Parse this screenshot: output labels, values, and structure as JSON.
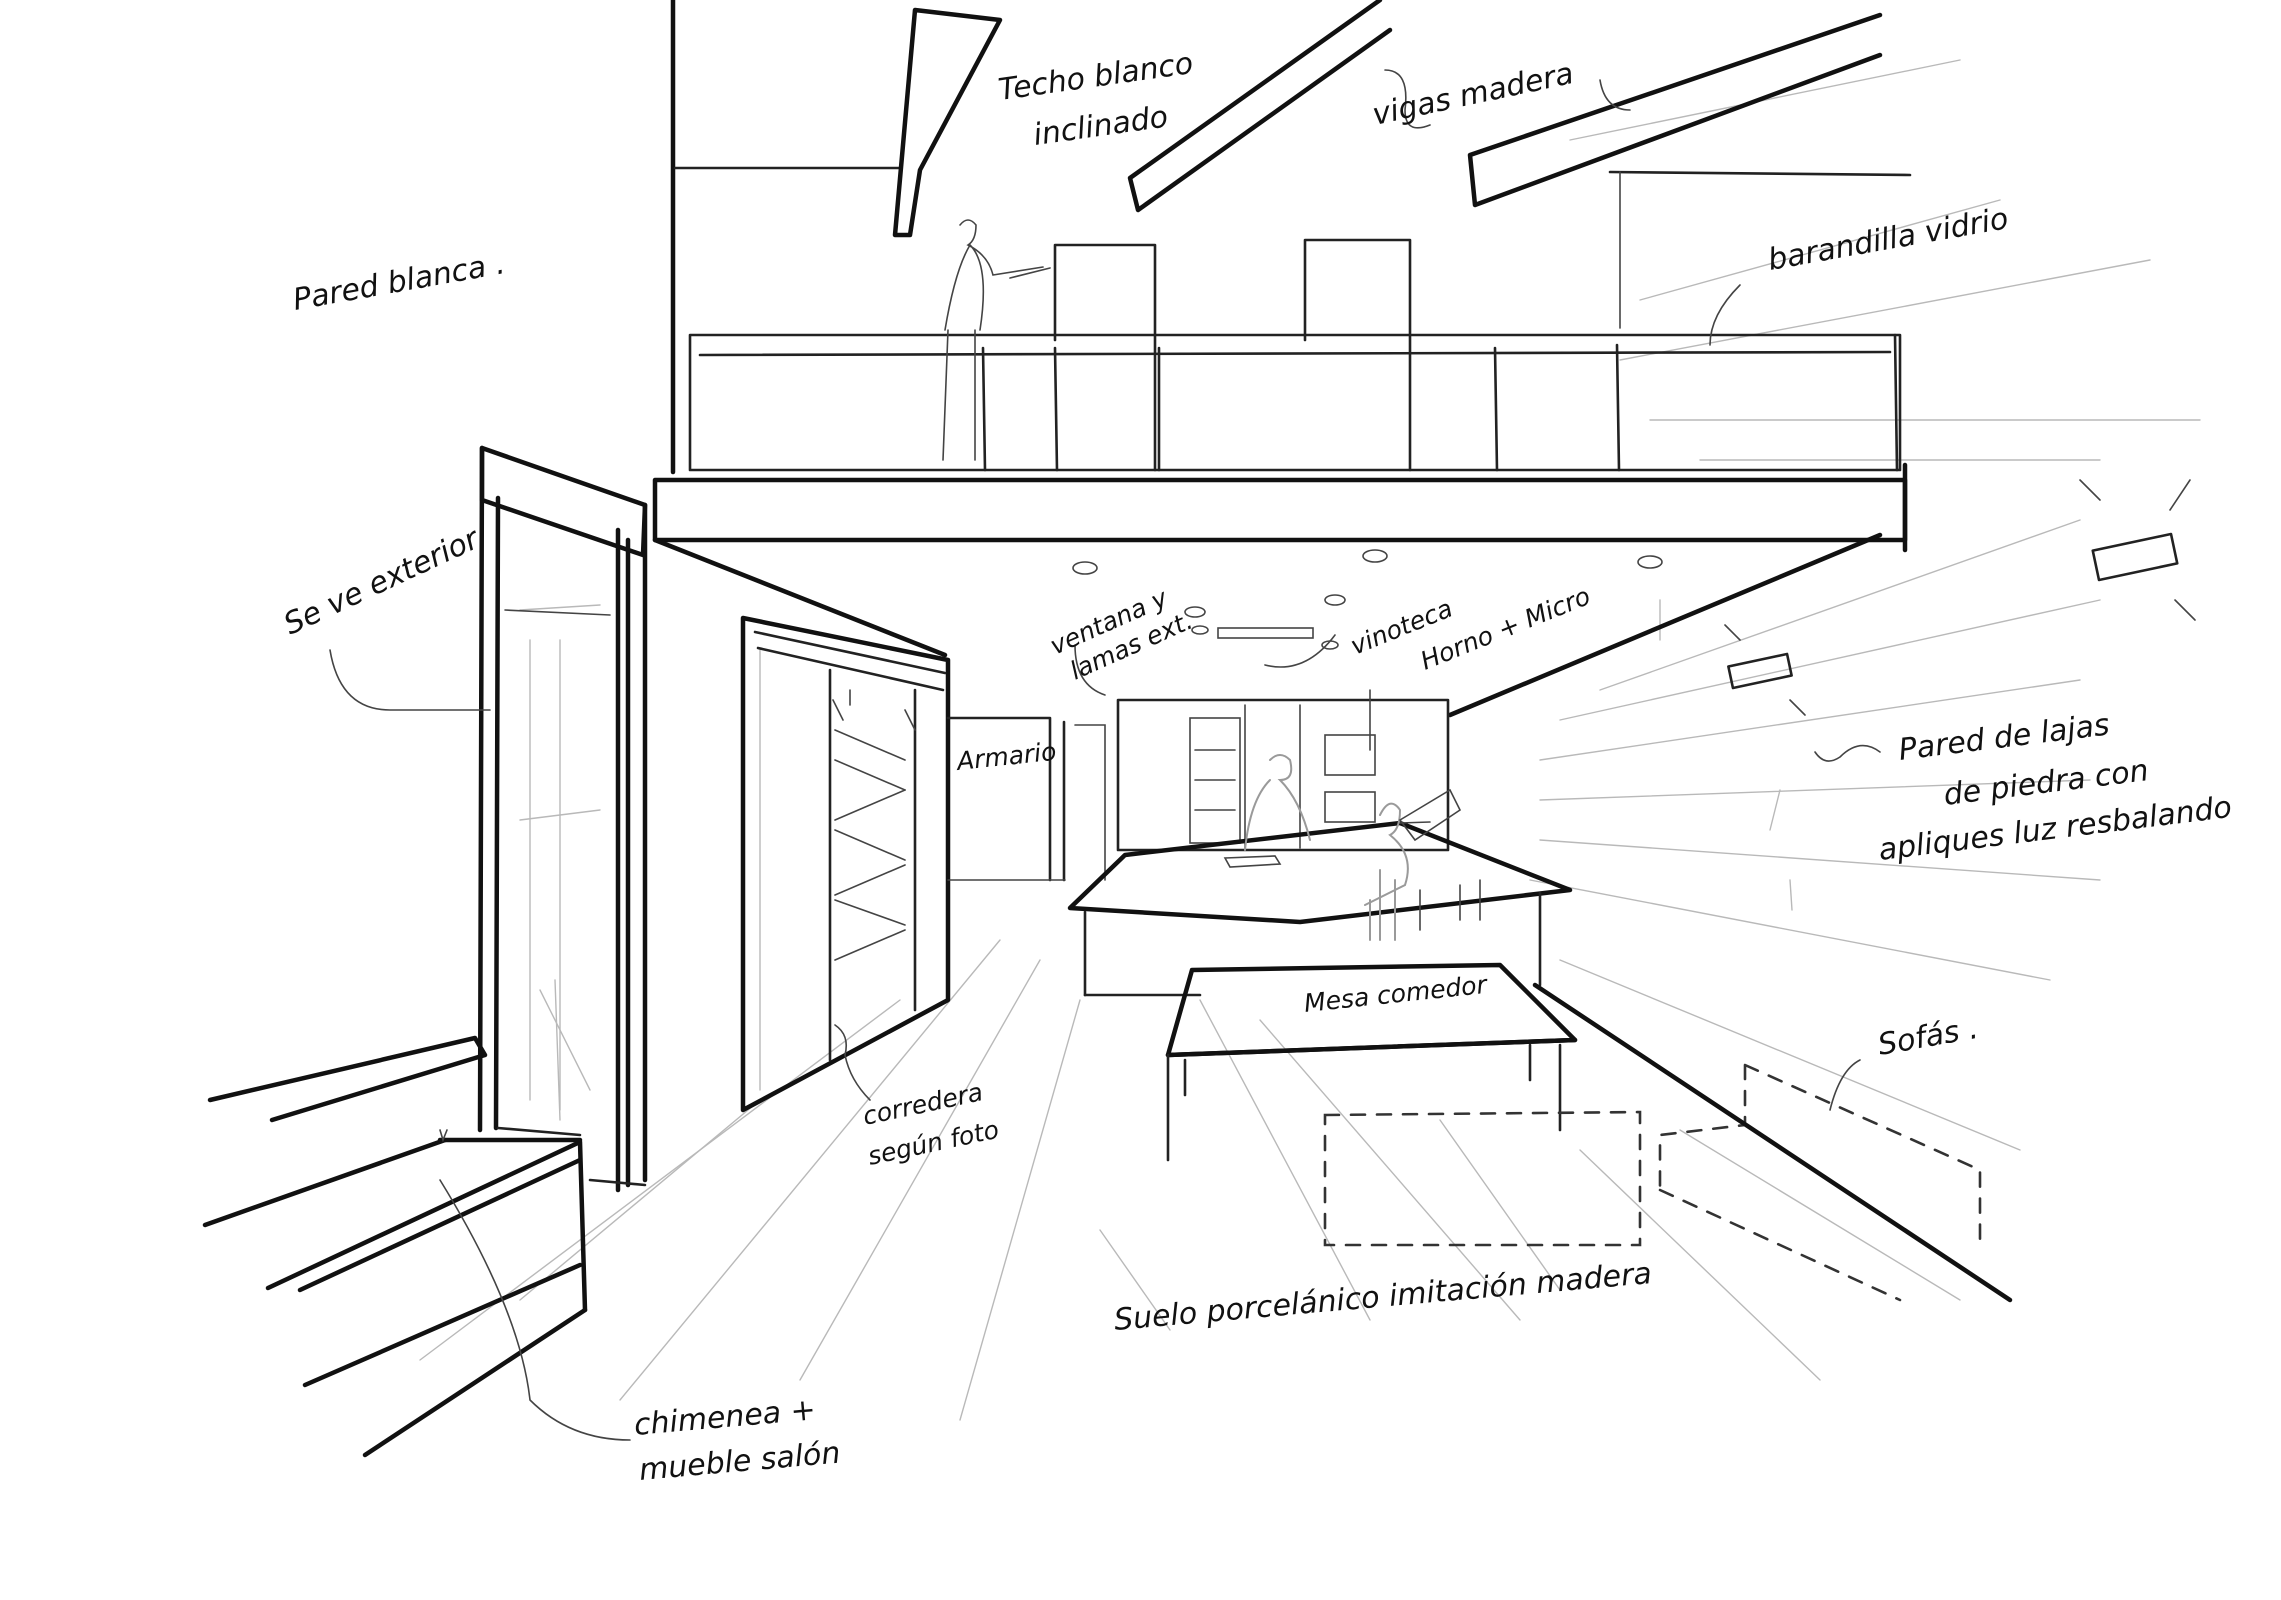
{
  "annotations": {
    "techo_1": "Techo blanco",
    "techo_2": "inclinado",
    "vigas": "vigas madera",
    "pared_blanca": "Pared blanca .",
    "barandilla": "barandilla vidrio",
    "se_ve_exterior": "Se ve exterior",
    "ventana_1": "ventana y",
    "ventana_2": "lamas ext.",
    "vinoteca": "vinoteca",
    "horno": "Horno + Micro",
    "armario": "Armario",
    "pared_lajas_1": "Pared de lajas",
    "pared_lajas_2": "de piedra con",
    "pared_lajas_3": "apliques luz resbalando",
    "mesa": "Mesa comedor",
    "sofas": "Sofás .",
    "corredera_1": "corredera",
    "corredera_2": "según foto",
    "suelo": "Suelo porcelánico imitación madera",
    "chimenea_1": "chimenea +",
    "chimenea_2": "mueble salón"
  }
}
